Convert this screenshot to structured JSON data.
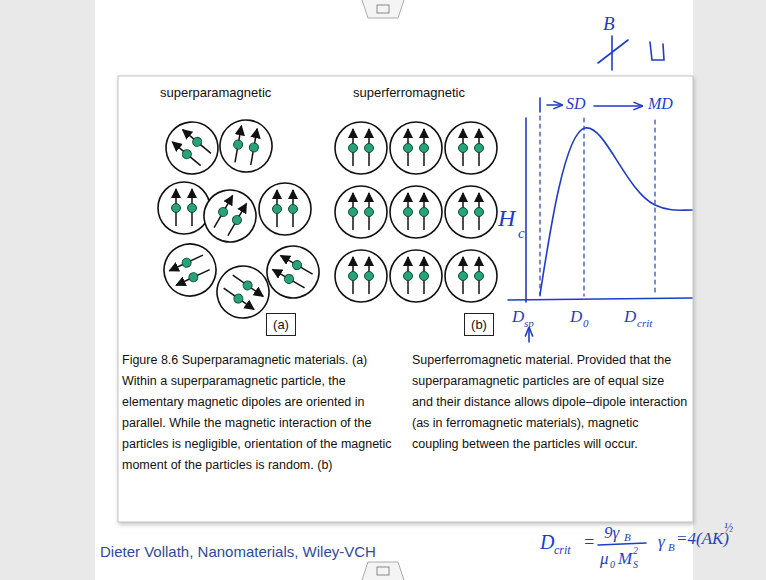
{
  "diagram": {
    "caption": "Figure 8.6 Superparamagnetic materials. (a) Within a superparamagnetic particle, the elementary magnetic dipoles are oriented in parallel. While the magnetic interaction of the particles is negligible, orientation of the magnetic moment of the particles is random. (b) Superferromagnetic material. Provided that the superparamagnetic particles are of equal size and their distance allows dipole–dipole interaction (as in ferromagnetic materials), magnetic coupling between the particles will occur.",
    "nodes": [
      {
        "text": [
          "(a)"
        ]
      },
      {
        "text": [
          "(b)"
        ]
      }
    ],
    "labels": [
      "superparamagnetic",
      "superferromagnetic",
      "B",
      "H",
      "c",
      "SD",
      "MD",
      "D",
      "sp",
      "D",
      "0",
      "D",
      "crit",
      "D",
      "crit",
      "=",
      "9γ",
      "B",
      "μ",
      "0",
      "M",
      "S",
      "2",
      "γ",
      "B",
      "=4(AK)",
      "½",
      "Dieter Vollath, Nanomaterials, Wiley-VCH"
    ]
  }
}
